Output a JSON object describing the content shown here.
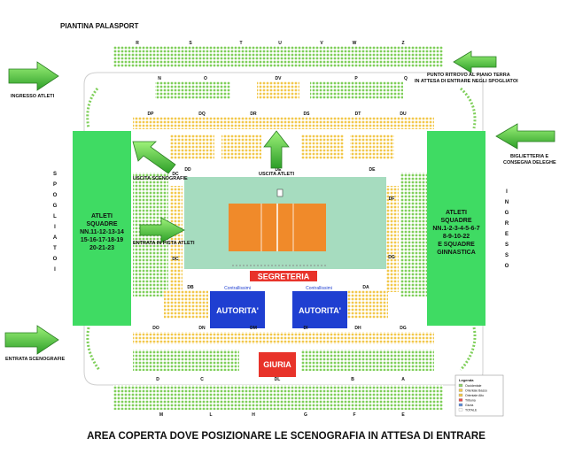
{
  "title": "PIANTINA PALASPORT",
  "caption": "AREA COPERTA DOVE POSIZIONARE LE SCENOGRAFIA IN ATTESA DI ENTRARE",
  "labels": {
    "ingresso_atleti": "INGRESSO ATLETI",
    "punto_ritrovo_1": "PUNTO RITROVO AL PIANO TERRA",
    "punto_ritrovo_2": "IN ATTESA DI ENTRARE NEGLI SPOGLIATOI",
    "biglietteria_1": "BIGLIETTERIA E",
    "biglietteria_2": "CONSEGNA DELEGHE",
    "uscita_scenografie": "USCITA SCENOGRAFIE",
    "uscita_atleti": "USCITA ATLETI",
    "entrata_in_pista": "ENTRATA IN PISTA ATLETI",
    "entrata_scenografie": "ENTRATA SCENOGRAFIE",
    "segreteria": "SEGRETERIA",
    "giuria": "GIURIA",
    "autorita_left": "AUTORITA'",
    "autorita_right": "AUTORITA'",
    "contrallissimi_left": "Contrallissimi",
    "contrallissimi_right": "Contrallissimi"
  },
  "left_panel": [
    "ATLETI",
    "SQUADRE",
    "NN.11-12-13-14",
    "15-16-17-18-19",
    "20-21-23"
  ],
  "right_panel": [
    "ATLETI",
    "SQUADRE",
    "NN.1-2-3-4-5-6-7",
    "8-9-10-22",
    "E SQUADRE",
    "GINNASTICA"
  ],
  "vertical_left": [
    "S",
    "P",
    "O",
    "G",
    "L",
    "I",
    "A",
    "T",
    "O",
    "I"
  ],
  "vertical_right": [
    "I",
    "N",
    "G",
    "R",
    "E",
    "S",
    "S",
    "O"
  ],
  "top_sectors": [
    "R",
    "S",
    "T",
    "U",
    "V",
    "W",
    "Z"
  ],
  "upper_sectors": [
    "N",
    "O",
    "DV",
    "P",
    "Q"
  ],
  "inner_top_sectors": [
    "DP",
    "DQ",
    "DR",
    "DS",
    "DT",
    "DU"
  ],
  "inner_mid_sectors": [
    "DD",
    "DE",
    "DE"
  ],
  "side_sectors": {
    "dc_left": "DC",
    "dc_left2": "DC",
    "df_right": "DF",
    "dg_right": "DG"
  },
  "lower_inner_sectors": [
    "DB",
    "DA"
  ],
  "lower_mid_sectors": [
    "DO",
    "DN",
    "DM",
    "DI",
    "DH",
    "DG"
  ],
  "lower_sectors": [
    "D",
    "C",
    "DL",
    "B",
    "A"
  ],
  "bottom_sectors": [
    "M",
    "L",
    "H",
    "G",
    "F",
    "E"
  ],
  "legend": {
    "rows": [
      "Occidentale",
      "Orientale Basso",
      "Orientale Alto",
      "Tribuna",
      "Giuria",
      "TOTALE"
    ],
    "colors": [
      "#8fd06a",
      "#f2c84b",
      "#f2c84b",
      "#e84a4a",
      "#5b8ad6",
      "#ffffff"
    ]
  },
  "colors": {
    "green_panel": "#3fdb63",
    "court_bg": "#a6dcbf",
    "court": "#f08a2a",
    "segreteria": "#e8332a",
    "autorita": "#1f3fd1",
    "giuria": "#e8332a",
    "seat_green": "#7fcf5a",
    "seat_yellow": "#f2c84b"
  }
}
